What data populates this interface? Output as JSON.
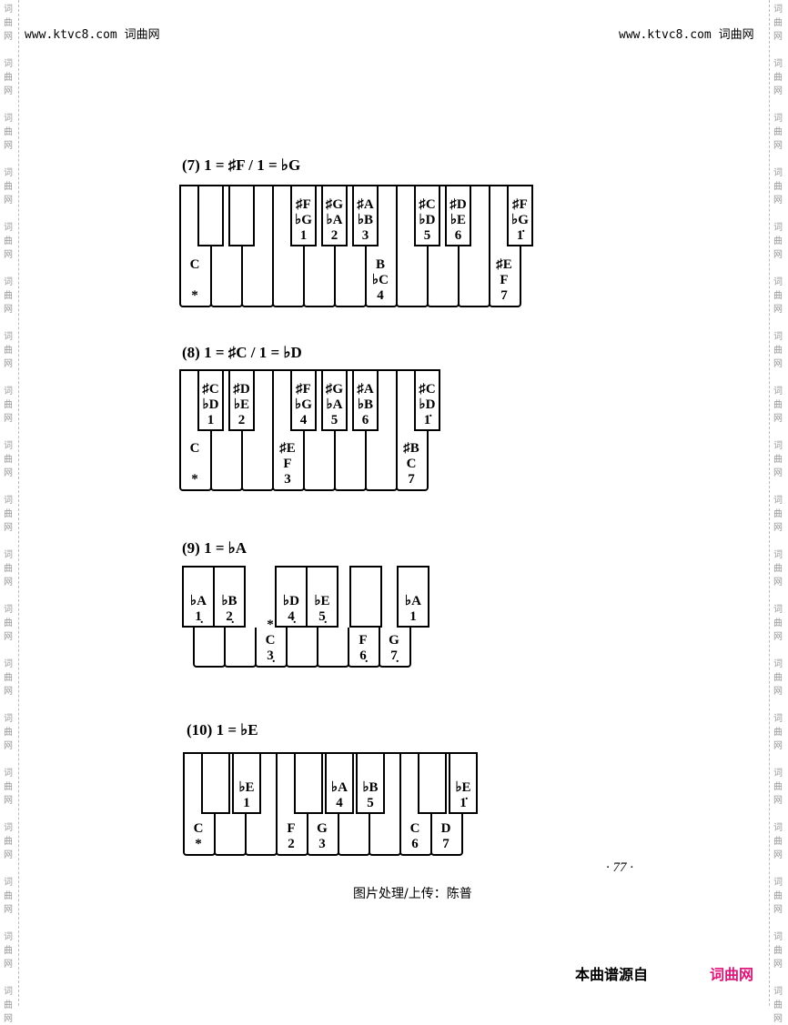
{
  "header": {
    "left_url": "www.ktvc8.com",
    "left_site": "词曲网",
    "right_url": "www.ktvc8.com",
    "right_site": "词曲网"
  },
  "watermark": [
    "词",
    "曲",
    "网"
  ],
  "diagrams": [
    {
      "title": "(7) 1 = ♯F / 1 = ♭G",
      "whites": 11,
      "blacks": [
        {
          "after": 1,
          "labels": []
        },
        {
          "after": 2,
          "labels": []
        },
        {
          "after": 4,
          "labels": [
            "♯F",
            "♭G",
            "1"
          ]
        },
        {
          "after": 5,
          "labels": [
            "♯G",
            "♭A",
            "2"
          ]
        },
        {
          "after": 6,
          "labels": [
            "♯A",
            "♭B",
            "3"
          ]
        },
        {
          "after": 8,
          "labels": [
            "♯C",
            "♭D",
            "5"
          ]
        },
        {
          "after": 9,
          "labels": [
            "♯D",
            "♭E",
            "6"
          ]
        },
        {
          "after": 11,
          "labels": [
            "♯F",
            "♭G",
            "1̇"
          ]
        }
      ],
      "white_labels": [
        {
          "index": 0,
          "labels": [
            "C",
            "",
            "*"
          ]
        },
        {
          "index": 6,
          "labels": [
            "B",
            "♭C",
            "4"
          ]
        },
        {
          "index": 10,
          "labels": [
            "♯E",
            "F",
            "7"
          ]
        }
      ]
    },
    {
      "title": "(8) 1 = ♯C / 1 = ♭D",
      "whites": 8,
      "blacks": [
        {
          "after": 1,
          "labels": [
            "♯C",
            "♭D",
            "1"
          ]
        },
        {
          "after": 2,
          "labels": [
            "♯D",
            "♭E",
            "2"
          ]
        },
        {
          "after": 4,
          "labels": [
            "♯F",
            "♭G",
            "4"
          ]
        },
        {
          "after": 5,
          "labels": [
            "♯G",
            "♭A",
            "5"
          ]
        },
        {
          "after": 6,
          "labels": [
            "♯A",
            "♭B",
            "6"
          ]
        },
        {
          "after": 8,
          "labels": [
            "♯C",
            "♭D",
            "1̇"
          ]
        }
      ],
      "white_labels": [
        {
          "index": 0,
          "labels": [
            "C",
            "",
            "*"
          ]
        },
        {
          "index": 3,
          "labels": [
            "♯E",
            "F",
            "3"
          ]
        },
        {
          "index": 7,
          "labels": [
            "♯B",
            "C",
            "7"
          ]
        }
      ]
    },
    {
      "title": "(9) 1 = ♭A",
      "whites": 7,
      "blacks": [
        {
          "labels": [
            "♭A",
            "1̣"
          ]
        },
        {
          "labels": [
            "♭B",
            "2̣"
          ]
        },
        {
          "labels": [
            "♭D",
            "4̣"
          ]
        },
        {
          "labels": [
            "♭E",
            "5̣"
          ]
        },
        {
          "labels": []
        },
        {
          "labels": [
            "♭A",
            "1"
          ]
        }
      ],
      "white_labels": [
        {
          "index": 2,
          "labels": [
            "*",
            "C",
            "3̣"
          ]
        },
        {
          "index": 5,
          "labels": [
            "F",
            "6̣"
          ]
        },
        {
          "index": 6,
          "labels": [
            "G",
            "7̣"
          ]
        }
      ]
    },
    {
      "title": "(10)  1 = ♭E",
      "whites": 9,
      "blacks": [
        {
          "labels": []
        },
        {
          "labels": [
            "♭E",
            "1"
          ]
        },
        {
          "labels": []
        },
        {
          "labels": [
            "♭A",
            "4"
          ]
        },
        {
          "labels": [
            "♭B",
            "5"
          ]
        },
        {
          "labels": []
        },
        {
          "labels": [
            "♭E",
            "1̇"
          ]
        }
      ],
      "white_labels": [
        {
          "index": 0,
          "labels": [
            "C",
            "*"
          ]
        },
        {
          "index": 3,
          "labels": [
            "F",
            "2"
          ]
        },
        {
          "index": 4,
          "labels": [
            "G",
            "3"
          ]
        },
        {
          "index": 7,
          "labels": [
            "C",
            "6"
          ]
        },
        {
          "index": 8,
          "labels": [
            "D",
            "7"
          ]
        }
      ]
    }
  ],
  "page_number": "· 77 ·",
  "credit": "图片处理/上传：陈普",
  "footer": {
    "text": "本曲谱源自",
    "site": "词曲网"
  }
}
